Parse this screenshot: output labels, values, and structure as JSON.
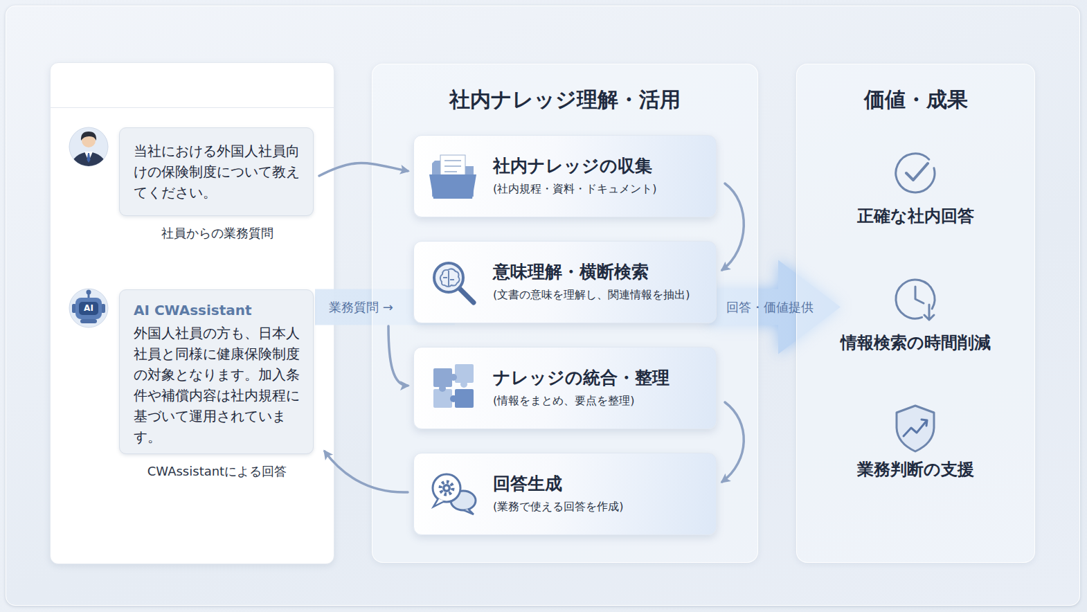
{
  "diagram": {
    "nodes": [
      {
        "text": [
          "当社における外国人社員向けの保険制度について教えてください。",
          "社員からの業務質問"
        ]
      },
      {
        "text": [
          "AI CWAssistant",
          "外国人社員の方も、日本人社員と同様に健康保険制度の対象となります。加入条件や補償内容は社内規程に基づいて運用されています。",
          "CWAssistantによる回答"
        ]
      },
      {
        "text": [
          "社内ナレッジ理解・活用"
        ]
      },
      {
        "text": [
          "社内ナレッジの収集",
          "(社内規程・資料・ドキュメント)"
        ],
        "in": 2
      },
      {
        "text": [
          "意味理解・横断検索",
          "(文書の意味を理解し、関連情報を抽出)"
        ],
        "in": 2
      },
      {
        "text": [
          "ナレッジの統合・整理",
          "(情報をまとめ、要点を整理)"
        ],
        "in": 2
      },
      {
        "text": [
          "回答生成",
          "(業務で使える回答を作成)"
        ],
        "in": 2
      },
      {
        "text": [
          "価値・成果"
        ]
      }
    ],
    "edges": [
      {
        "from": 0,
        "to": 3,
        "arrow": "to"
      },
      {
        "from": 3,
        "to": 4,
        "arrow": "to"
      },
      {
        "from": 4,
        "to": 5,
        "arrow": "to"
      },
      {
        "from": 5,
        "to": 6,
        "arrow": "to"
      },
      {
        "from": 6,
        "to": 1,
        "arrow": "to"
      },
      {
        "from": 1,
        "to": 4,
        "label": "業務質問 →",
        "arrow": "none"
      },
      {
        "from": 4,
        "to": 7,
        "label": "回答・価値提供",
        "arrow": "to"
      }
    ],
    "labels": [
      "AI",
      "正確な社内回答",
      "情報検索の時間削減",
      "業務判断の支援"
    ]
  }
}
